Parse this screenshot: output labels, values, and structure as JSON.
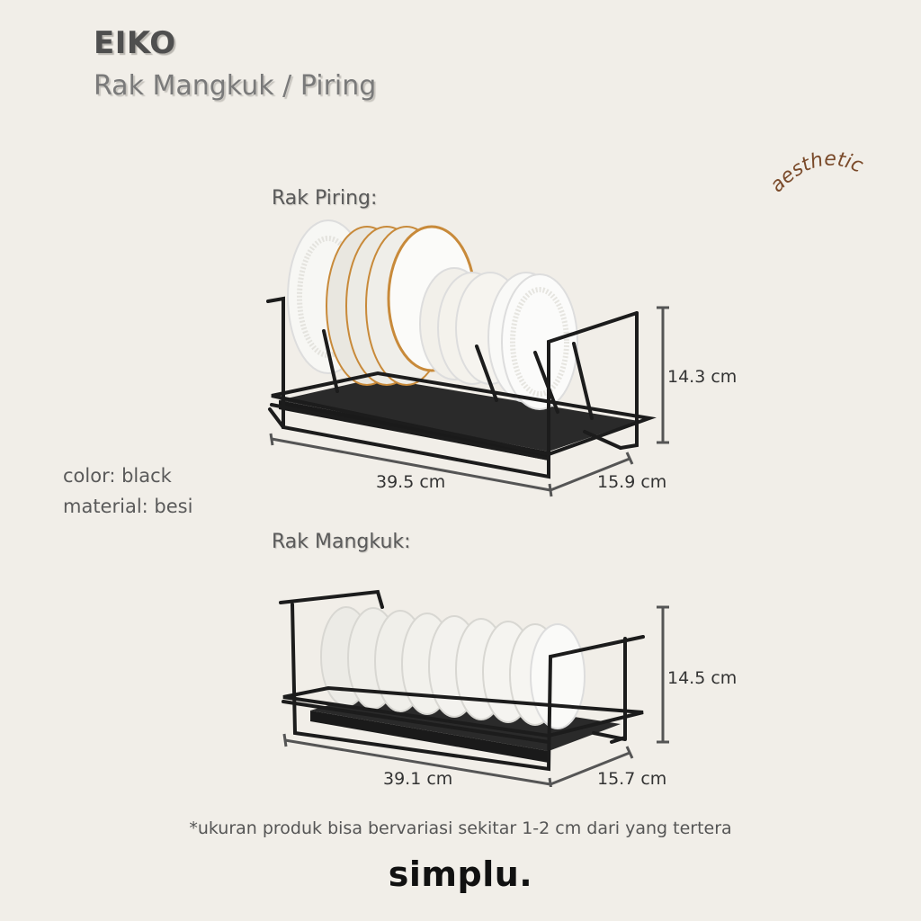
{
  "header": {
    "brand": "EIKO",
    "subtitle": "Rak Mangkuk / Piring"
  },
  "badge": {
    "text": "aesthetic",
    "color": "#7a4a2a"
  },
  "specs": {
    "color": "color: black",
    "material": "material: besi"
  },
  "products": [
    {
      "label": "Rak Piring:",
      "width": "39.5 cm",
      "depth": "15.9 cm",
      "height": "14.3 cm"
    },
    {
      "label": "Rak Mangkuk:",
      "width": "39.1 cm",
      "depth": "15.7 cm",
      "height": "14.5 cm"
    }
  ],
  "footer": {
    "note": "*ukuran produk bisa bervariasi sekitar 1-2 cm dari yang tertera",
    "logo": "simplu."
  },
  "colors": {
    "background": "#f1eee8",
    "rack": "#1c1c1c",
    "dimension_line": "#555555"
  }
}
